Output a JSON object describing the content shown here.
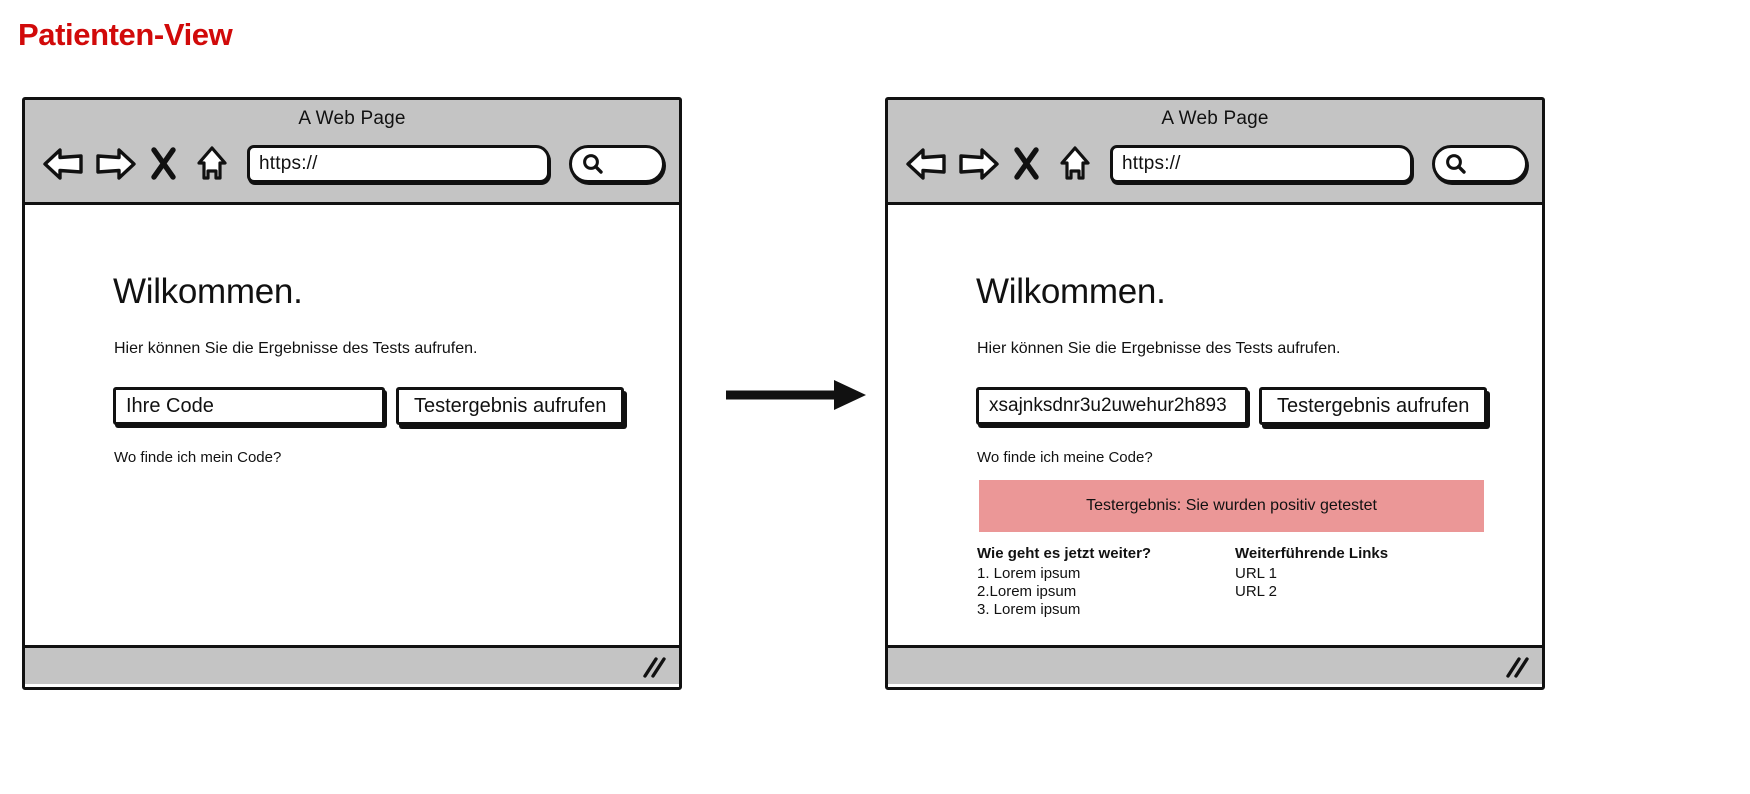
{
  "page": {
    "title": "Patienten-View",
    "title_color": "#d10a0a",
    "background": "#ffffff"
  },
  "flow": {
    "arrow_icon": "arrow-right-icon"
  },
  "browser_chrome": {
    "window_title": "A Web Page",
    "address_value": "https://",
    "icons": {
      "back": "back-arrow-icon",
      "forward": "forward-arrow-icon",
      "stop": "close-x-icon",
      "home": "home-icon",
      "search": "search-magnifier-icon",
      "resize": "resize-grip-icon"
    },
    "chrome_color": "#c4c4c4",
    "line_color": "#111111"
  },
  "screens": [
    {
      "id": "empty-state",
      "headline": "Wilkommen.",
      "subline": "Hier können Sie die Ergebnisse des Tests aufrufen.",
      "code_input": {
        "value": "",
        "placeholder": "Ihre Code"
      },
      "submit_label": "Testergebnis aufrufen",
      "help_link": "Wo finde ich mein Code?",
      "result": null,
      "info_columns": []
    },
    {
      "id": "result-state",
      "headline": "Wilkommen.",
      "subline": "Hier können Sie die Ergebnisse des Tests aufrufen.",
      "code_input": {
        "value": "xsajnksdnr3u2uwehur2h893",
        "placeholder": "Ihre Code"
      },
      "submit_label": "Testergebnis aufrufen",
      "help_link": "Wo finde ich meine Code?",
      "result": {
        "text": "Testergebnis: Sie wurden positiv getestet",
        "background": "#eb9797",
        "status": "positiv"
      },
      "info_columns": [
        {
          "heading": "Wie geht es jetzt weiter?",
          "items": [
            "1. Lorem ipsum",
            "2.Lorem ipsum",
            "3. Lorem ipsum"
          ]
        },
        {
          "heading": "Weiterführende Links",
          "items": [
            "URL 1",
            "URL 2"
          ]
        }
      ]
    }
  ]
}
